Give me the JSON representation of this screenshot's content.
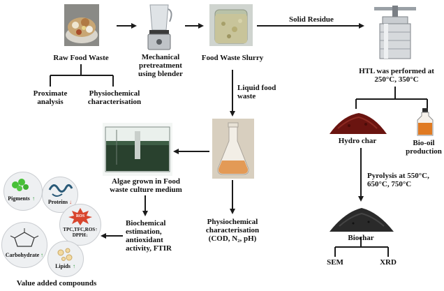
{
  "labels": {
    "raw_food_waste": "Raw Food Waste",
    "mechanical": "Mechanical\npretreatment\nusing blender",
    "food_waste_slurry": "Food Waste Slurry",
    "solid_residue": "Solid Residue",
    "htl": "HTL was performed at\n250°C, 350°C",
    "proximate": "Proximate\nanalysis",
    "physiochem_1": "Physiochemical\ncharacterisation",
    "liquid_food_waste": "Liquid food\nwaste",
    "hydro_char": "Hydro char",
    "bio_oil": "Bio-oil\nproduction",
    "algae": "Algae grown in Food\nwaste culture medium",
    "pyrolysis": "Pyrolysis at 550°C,\n650°C, 750°C",
    "biochemical": "Biochemical\nestimation,\nantioxidant\nactivity, FTIR",
    "physiochem_2": "Physiochemical\ncharacterisation\n(COD, N₂, pH)",
    "biochar": "Biochar",
    "sem": "SEM",
    "xrd": "XRD",
    "value_added": "Value added compounds"
  },
  "compounds": {
    "pigments": "Pigments",
    "pigments_dir": "↑",
    "proteins": "Proteins",
    "proteins_dir": "↓",
    "ros_badge": "ROS",
    "antioxidant": "TPC,TFC,ROS↑\nDPPH↓",
    "carbohydrate": "Carbohydrate",
    "carbohydrate_dir": "↑",
    "lipids": "Lipids",
    "lipids_dir": "↑"
  },
  "colors": {
    "arrow": "#1a1a1a",
    "up_arrow": "#2e9a3a",
    "down_arrow": "#d2472a",
    "hydrochar": "#6a1410",
    "biochar": "#2a2a2a",
    "oil": "#e07a22",
    "algae_water": "#29412e",
    "pigment": "#48c038",
    "protein": "#2a5a78"
  }
}
